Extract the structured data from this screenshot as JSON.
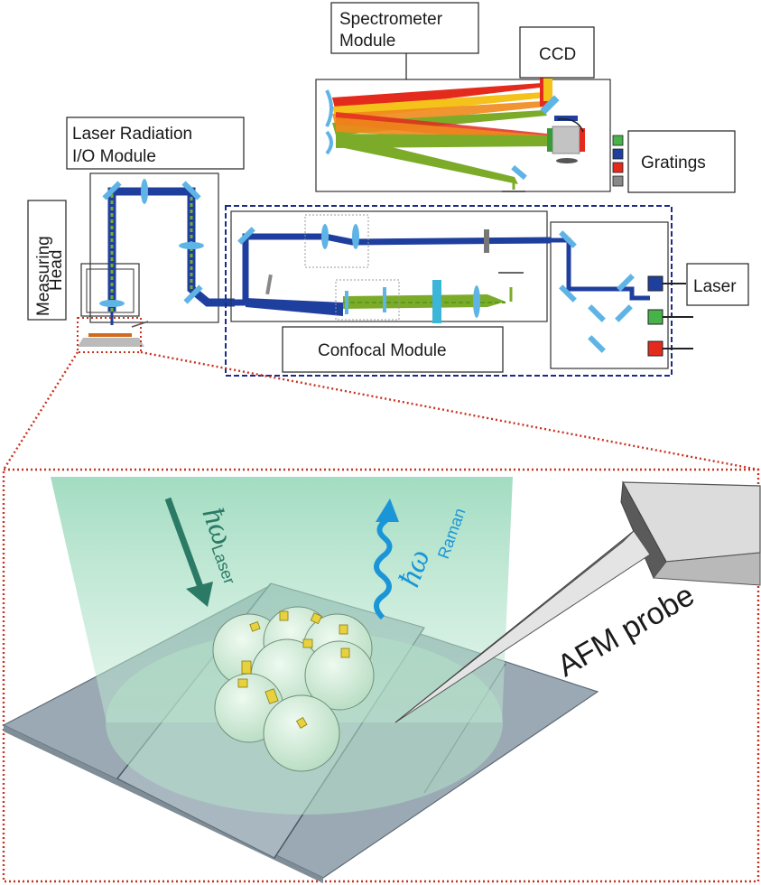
{
  "labels": {
    "spectrometer_line1": "Spectrometer",
    "spectrometer_line2": "Module",
    "ccd": "CCD",
    "gratings": "Gratings",
    "laser_io_line1": "Laser Radiation",
    "laser_io_line2": "I/O Module",
    "measuring_head_line1": "Measuring",
    "measuring_head_line2": "Head",
    "laser": "Laser",
    "confocal": "Confocal Module",
    "afm_probe": "AFM probe",
    "hbar_omega": "ħω",
    "laser_sub": "Laser",
    "raman_sub": "Raman"
  },
  "colors": {
    "beam_blue": "#1f3f9e",
    "beam_green": "#7cab2a",
    "beam_red": "#e42a1d",
    "beam_yellow": "#f4c21b",
    "beam_orange": "#f08a1c",
    "optic_blue": "#5fb4e6",
    "dashed_navy": "#1c2a8c",
    "dotted_red": "#c8321f",
    "cone_green": "#a6dcc2",
    "laser_arrow": "#2a7a66",
    "raman_arrow": "#1a96d8",
    "substrate": "#9aa9b4",
    "probe_gray": "#c9c9c9"
  }
}
